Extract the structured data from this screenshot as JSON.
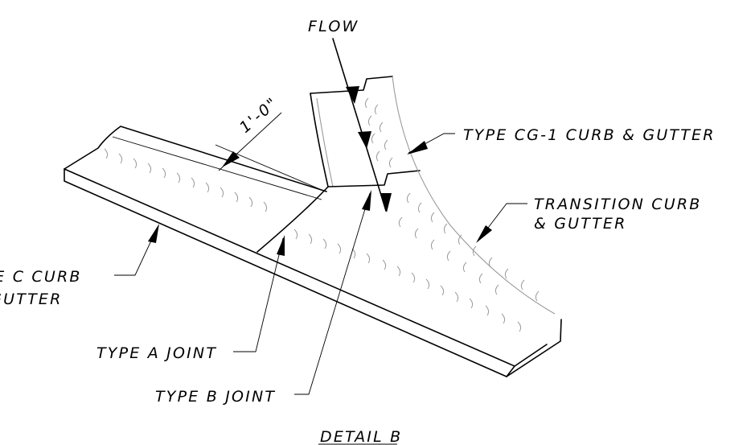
{
  "labels": {
    "flow": "FLOW",
    "dimension": "1'-0\"",
    "type_cg1": "TYPE CG-1 CURB & GUTTER",
    "transition_line1": "TRANSITION CURB",
    "transition_line2": "& GUTTER",
    "type_c_line1": "TYPE C CURB",
    "type_c_line2": "& GUTTER",
    "type_a_joint": "TYPE A JOINT",
    "type_b_joint": "TYPE B JOINT",
    "detail_title": "DETAIL B"
  }
}
